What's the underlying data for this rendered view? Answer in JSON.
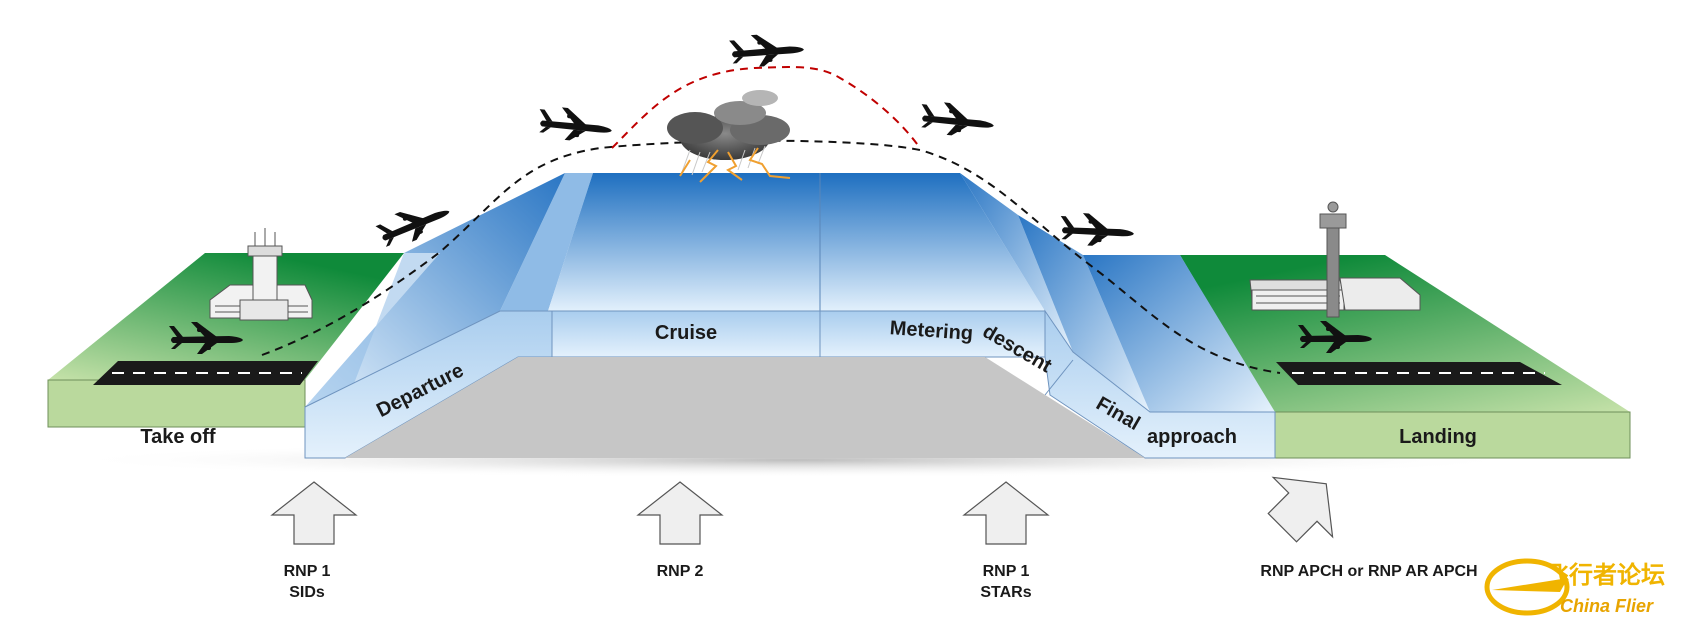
{
  "phases": {
    "takeoff": "Take off",
    "departure": "Departure",
    "cruise": "Cruise",
    "metering": "Metering",
    "descent": "descent",
    "final": "Final",
    "approach": "approach",
    "landing": "Landing"
  },
  "specs": [
    {
      "line1": "RNP 1",
      "line2": "SIDs"
    },
    {
      "line1": "RNP 2",
      "line2": ""
    },
    {
      "line1": "RNP 1",
      "line2": "STARs"
    },
    {
      "line1": "RNP APCH or RNP AR APCH",
      "line2": ""
    }
  ],
  "watermark": {
    "chinese": "飞行者论坛",
    "english": "China Flier"
  },
  "colors": {
    "grass": "#b9d89c",
    "grass_dark": "#0f8a3a",
    "sky_top": "#1e6fc0",
    "sky_light": "#dcedfb",
    "ground_gray": "#c4c4c4",
    "nominal_path": "#000000",
    "deviation_path": "#c00000",
    "lightning": "#f0a030"
  },
  "icons": [
    "airplane-icon",
    "control-tower-icon",
    "thunderstorm-cloud-icon",
    "runway-icon",
    "up-arrow-icon"
  ]
}
